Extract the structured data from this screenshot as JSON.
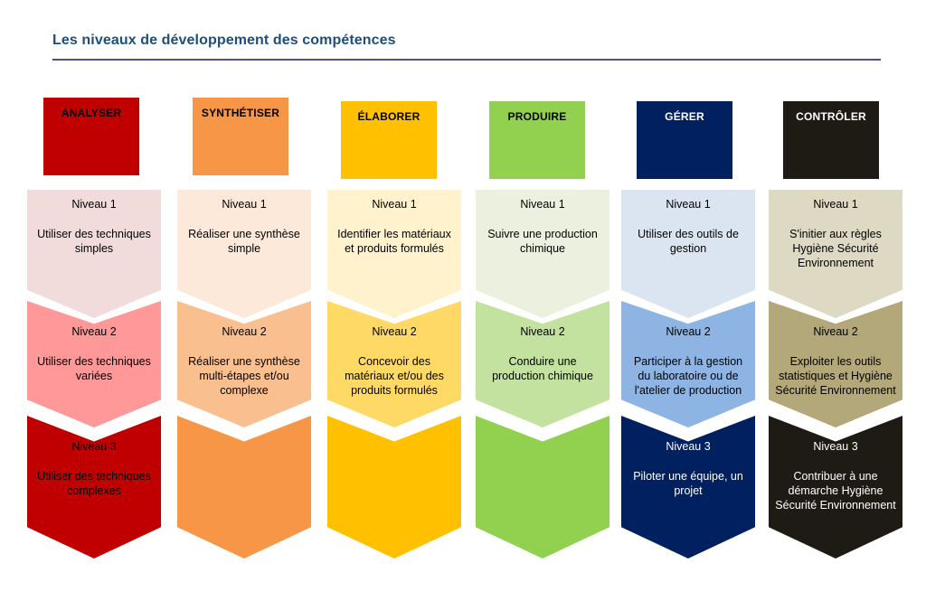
{
  "title": "Les niveaux de développement des compétences",
  "columns": [
    {
      "heading": "ANALYSER",
      "header_color": "#c00000",
      "levels": [
        {
          "label": "Niveau 1",
          "text": "Utiliser des techniques simples",
          "color": "#f2dcdb",
          "text_color": "#000000"
        },
        {
          "label": "Niveau 2",
          "text": "Utiliser des techniques variées",
          "color": "#ff9999",
          "text_color": "#000000"
        },
        {
          "label": "Niveau 3",
          "text": "Utiliser des techniques complexes",
          "color": "#c00000",
          "text_color": "#000000"
        }
      ]
    },
    {
      "heading": "SYNTHÉTISER",
      "header_color": "#f79646",
      "levels": [
        {
          "label": "Niveau 1",
          "text": "Réaliser une synthèse simple",
          "color": "#fde9d9",
          "text_color": "#000000"
        },
        {
          "label": "Niveau 2",
          "text": "Réaliser une synthèse multi-étapes et/ou complexe",
          "color": "#fabf8f",
          "text_color": "#000000"
        },
        {
          "label": "",
          "text": "",
          "color": "#f79646",
          "text_color": "#000000"
        }
      ]
    },
    {
      "heading": "ÉLABORER",
      "header_color": "#ffc000",
      "levels": [
        {
          "label": "Niveau 1",
          "text": "Identifier les matériaux et produits formulés",
          "color": "#fff2cc",
          "text_color": "#000000"
        },
        {
          "label": "Niveau 2",
          "text": "Concevoir des matériaux et/ou des produits formulés",
          "color": "#ffd966",
          "text_color": "#000000"
        },
        {
          "label": "",
          "text": "",
          "color": "#ffc000",
          "text_color": "#000000"
        }
      ]
    },
    {
      "heading": "PRODUIRE",
      "header_color": "#92d050",
      "levels": [
        {
          "label": "Niveau 1",
          "text": "Suivre une production chimique",
          "color": "#ebf1de",
          "text_color": "#000000"
        },
        {
          "label": "Niveau 2",
          "text": "Conduire une production chimique",
          "color": "#c3e19f",
          "text_color": "#000000"
        },
        {
          "label": "",
          "text": "",
          "color": "#92d050",
          "text_color": "#000000"
        }
      ]
    },
    {
      "heading": "GÉRER",
      "header_color": "#002060",
      "levels": [
        {
          "label": "Niveau 1",
          "text": "Utiliser des outils de gestion",
          "color": "#dbe5f1",
          "text_color": "#000000"
        },
        {
          "label": "Niveau 2",
          "text": "Participer à la gestion du laboratoire ou de l'atelier de production",
          "color": "#8eb4e3",
          "text_color": "#000000"
        },
        {
          "label": "Niveau 3",
          "text": "Piloter une équipe, un projet",
          "color": "#002060",
          "text_color": "#ffffff"
        }
      ]
    },
    {
      "heading": "CONTRÔLER",
      "header_color": "#1e1a14",
      "levels": [
        {
          "label": "Niveau 1",
          "text": "S'initier aux règles Hygiène Sécurité Environnement",
          "color": "#ddd9c3",
          "text_color": "#000000"
        },
        {
          "label": "Niveau 2",
          "text": "Exploiter les outils statistiques et Hygiène Sécurité Environnement",
          "color": "#b3a87a",
          "text_color": "#000000"
        },
        {
          "label": "Niveau 3",
          "text": "Contribuer à une démarche Hygiène Sécurité Environnement",
          "color": "#1e1a14",
          "text_color": "#ffffff"
        }
      ]
    }
  ]
}
